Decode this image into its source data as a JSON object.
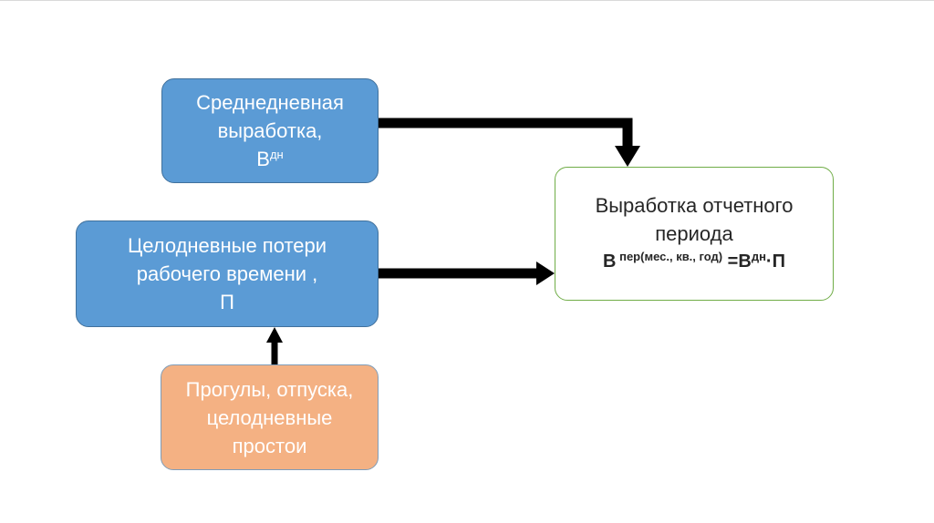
{
  "boxes": {
    "avg_output": {
      "line1": "Среднедневная",
      "line2": "выработка,",
      "symbol": "В",
      "symbol_sup": "дн"
    },
    "losses": {
      "line1": "Целодневные потери",
      "line2": "рабочего времени ,",
      "line3": "П"
    },
    "absences": {
      "line1": "Прогулы, отпуска,",
      "line2": "целодневные",
      "line3": "простои"
    },
    "period_output": {
      "line1": "Выработка отчетного",
      "line2": "периода",
      "formula_symbol": "В",
      "formula_sup": " пер(мес., кв., год)",
      "formula_eq": " =В",
      "formula_sup2": "дн",
      "formula_tail": "·П"
    }
  },
  "colors": {
    "blue_fill": "#5b9bd5",
    "orange_fill": "#f4b183",
    "green_border": "#70ad47",
    "arrow": "#000000"
  }
}
